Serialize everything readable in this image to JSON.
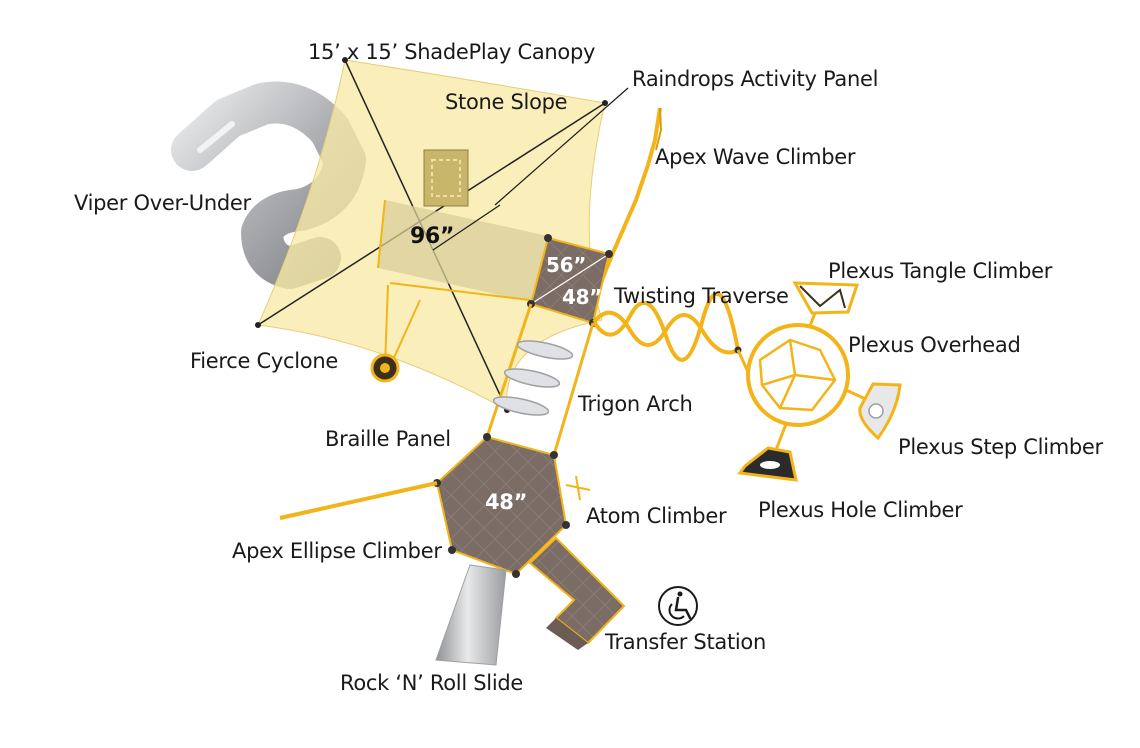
{
  "labels": {
    "canopy": "15’ x 15’ ShadePlay Canopy",
    "raindrops": "Raindrops Activity Panel",
    "stone_slope": "Stone Slope",
    "apex_wave": "Apex Wave Climber",
    "viper": "Viper Over-Under",
    "plexus_tangle": "Plexus Tangle Climber",
    "twisting": "Twisting Traverse",
    "plexus_overhead": "Plexus Overhead",
    "fierce_cyclone": "Fierce Cyclone",
    "trigon": "Trigon Arch",
    "plexus_step": "Plexus Step Climber",
    "braille": "Braille Panel",
    "atom": "Atom Climber",
    "plexus_hole": "Plexus Hole Climber",
    "apex_ellipse": "Apex Ellipse Climber",
    "transfer": "Transfer Station",
    "rock_roll": "Rock ‘N’ Roll Slide"
  },
  "dimensions": {
    "d96": "96”",
    "d56": "56”",
    "d48_upper": "48”",
    "d48_lower": "48”"
  },
  "icons": [
    "wheelchair-accessible-icon"
  ],
  "colors": {
    "canopy": "#f8eba6",
    "frame": "#f2b418",
    "deck": "#7b6d66",
    "slide": "#b9bbbe"
  }
}
